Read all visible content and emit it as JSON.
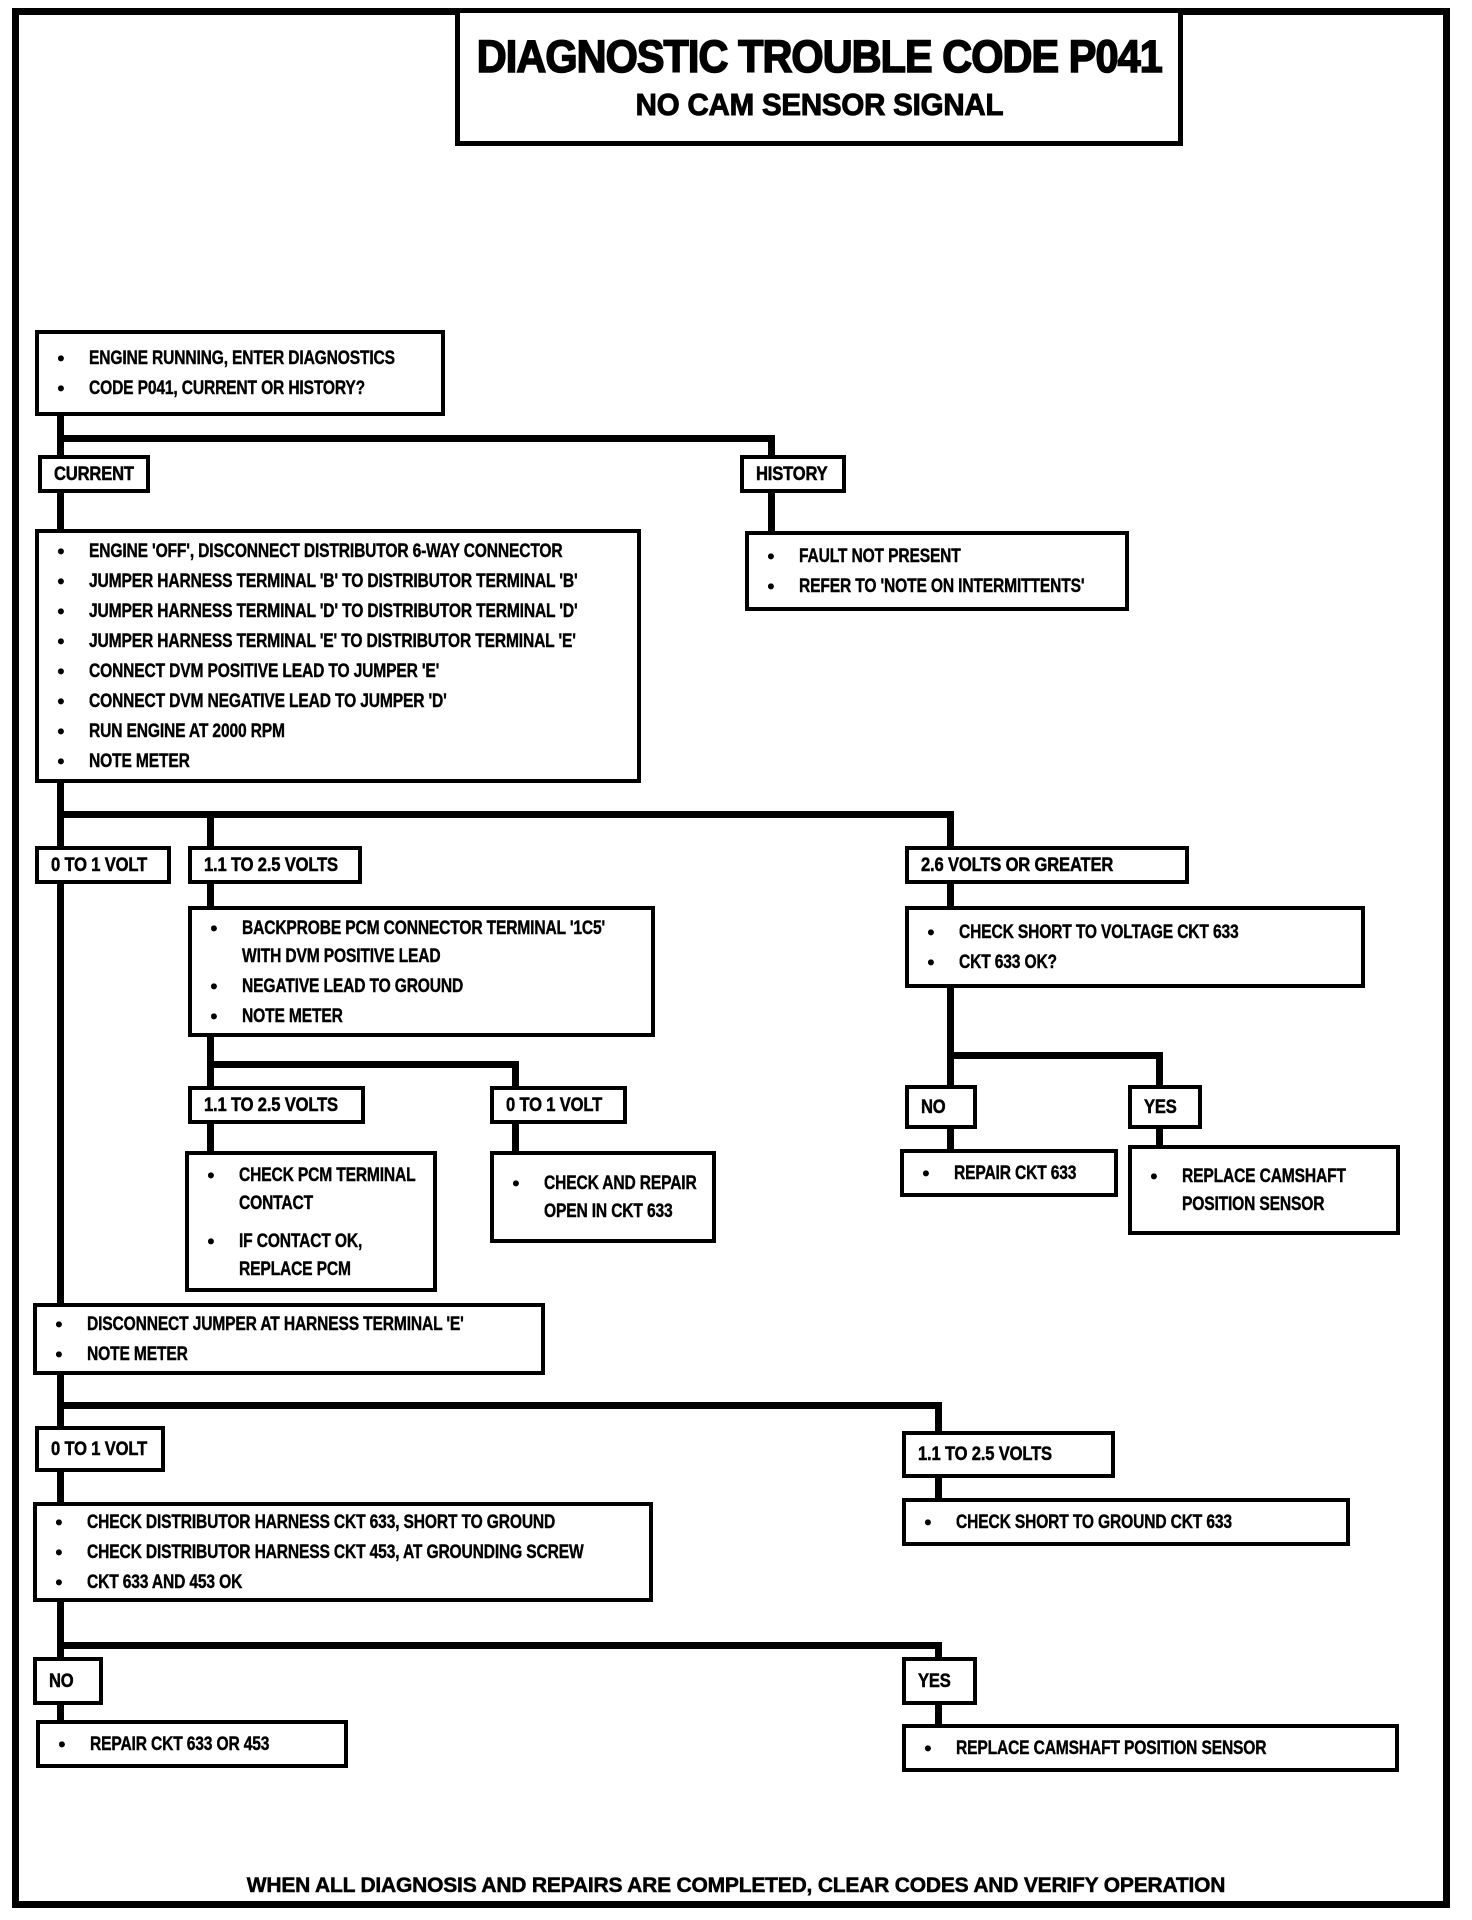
{
  "bullet_glyph": "●",
  "title": {
    "line1": "DIAGNOSTIC TROUBLE CODE P041",
    "line2": "NO CAM SENSOR SIGNAL"
  },
  "footer": "WHEN ALL DIAGNOSIS AND REPAIRS ARE COMPLETED, CLEAR CODES AND VERIFY OPERATION",
  "flow": {
    "start": {
      "items": [
        "ENGINE RUNNING, ENTER DIAGNOSTICS",
        "CODE P041, CURRENT OR HISTORY?"
      ]
    },
    "current": {
      "label": "CURRENT"
    },
    "history": {
      "label": "HISTORY",
      "action": {
        "items": [
          "FAULT NOT PRESENT",
          "REFER TO 'NOTE ON INTERMITTENTS'"
        ]
      }
    },
    "procedure": {
      "items": [
        "ENGINE 'OFF', DISCONNECT DISTRIBUTOR 6-WAY CONNECTOR",
        "JUMPER HARNESS TERMINAL 'B' TO DISTRIBUTOR TERMINAL 'B'",
        "JUMPER HARNESS TERMINAL 'D' TO DISTRIBUTOR TERMINAL 'D'",
        "JUMPER HARNESS TERMINAL 'E' TO DISTRIBUTOR TERMINAL 'E'",
        "CONNECT DVM POSITIVE LEAD TO JUMPER 'E'",
        "CONNECT DVM NEGATIVE LEAD TO JUMPER 'D'",
        "RUN ENGINE AT 2000 RPM",
        "NOTE METER"
      ]
    },
    "meter_branches": {
      "low": {
        "label": "0 TO 1 VOLT"
      },
      "mid": {
        "label": "1.1 TO 2.5 VOLTS"
      },
      "high": {
        "label": "2.6 VOLTS OR GREATER"
      }
    },
    "mid_branch": {
      "backprobe": {
        "items": [
          "BACKPROBE PCM CONNECTOR TERMINAL '1C5' WITH DVM POSITIVE LEAD",
          "NEGATIVE LEAD TO GROUND",
          "NOTE METER"
        ]
      },
      "second_mid": {
        "label": "1.1 TO 2.5 VOLTS",
        "action": {
          "items": [
            "CHECK PCM TERMINAL CONTACT",
            "IF CONTACT OK, REPLACE PCM"
          ]
        }
      },
      "second_low": {
        "label": "0 TO 1 VOLT",
        "action": {
          "items": [
            "CHECK AND REPAIR OPEN IN CKT 633"
          ]
        }
      }
    },
    "high_branch": {
      "check": {
        "items": [
          "CHECK SHORT TO VOLTAGE CKT 633",
          "CKT 633 OK?"
        ]
      },
      "no": {
        "label": "NO",
        "action": {
          "items": [
            "REPAIR CKT 633"
          ]
        }
      },
      "yes": {
        "label": "YES",
        "action": {
          "items": [
            "REPLACE CAMSHAFT POSITION SENSOR"
          ]
        }
      }
    },
    "low_branch": {
      "disconnect": {
        "items": [
          "DISCONNECT JUMPER AT HARNESS TERMINAL 'E'",
          "NOTE METER"
        ]
      },
      "recheck_low": {
        "label": "0 TO 1 VOLT",
        "action": {
          "items": [
            "CHECK DISTRIBUTOR HARNESS CKT 633, SHORT TO GROUND",
            "CHECK DISTRIBUTOR HARNESS CKT 453, AT GROUNDING SCREW",
            "CKT 633 AND 453 OK"
          ]
        }
      },
      "recheck_mid": {
        "label": "1.1 TO 2.5 VOLTS",
        "action": {
          "items": [
            "CHECK SHORT TO GROUND CKT 633"
          ]
        }
      },
      "no": {
        "label": "NO",
        "action": {
          "items": [
            "REPAIR CKT 633 OR 453"
          ]
        }
      },
      "yes": {
        "label": "YES",
        "action": {
          "items": [
            "REPLACE CAMSHAFT POSITION SENSOR"
          ]
        }
      }
    }
  }
}
